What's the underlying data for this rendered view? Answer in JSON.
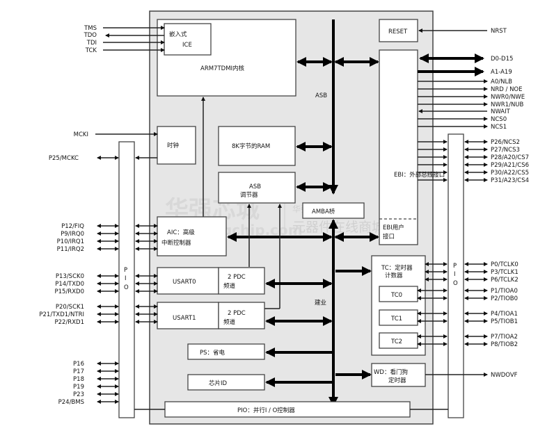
{
  "diagram": {
    "title": "ARM7TDMI block diagram",
    "blocks": {
      "ice": {
        "line1": "嵌入式",
        "line2": "ICE"
      },
      "core": "ARM7TDMI内核",
      "reset": "RESET",
      "clock": "时钟",
      "ram": "8K字节的RAM",
      "asb_arbiter": {
        "line1": "ASB",
        "line2": "调节器"
      },
      "amba_bridge": "AMBA桥",
      "aic": {
        "line1": "AIC：高级",
        "line2": "中断控制器"
      },
      "usart0": "USART0",
      "usart1": "USART1",
      "pdc0": {
        "line1": "2 PDC",
        "line2": "频道"
      },
      "pdc1": {
        "line1": "2 PDC",
        "line2": "频道"
      },
      "ps": "PS：省电",
      "chip_id": "芯片ID",
      "pio_ctrl": "PIO：并行I / O控制器",
      "ebi": "EBI：外部总线接口",
      "ebi_user": {
        "line1": "EBI用户",
        "line2": "接口"
      },
      "tc": {
        "line1": "TC：定时器",
        "line2": "计数器"
      },
      "tc0": "TC0",
      "tc1": "TC1",
      "tc2": "TC2",
      "wd": {
        "line1": "WD：看门狗",
        "line2": "定时器"
      },
      "pio_left": [
        "P",
        "I",
        "O"
      ],
      "pio_right": [
        "P",
        "I",
        "O"
      ]
    },
    "bus_labels": {
      "asb": "ASB",
      "apb": "建业"
    },
    "left_signals": {
      "jtag": [
        "TMS",
        "TDO",
        "TDI",
        "TCK"
      ],
      "mcki": "MCKI",
      "mckc": "P25/MCKC",
      "interrupts": [
        "P12/FIQ",
        "P9/IRQ0",
        "P10/IRQ1",
        "P11/IRQ2"
      ],
      "usart0": [
        "P13/SCK0",
        "P14/TXD0",
        "P15/RXD0"
      ],
      "usart1": [
        "P20/SCK1",
        "P21/TXD1/NTRI",
        "P22/RXD1"
      ],
      "gpio": [
        "P16",
        "P17",
        "P18",
        "P19",
        "P23",
        "P24/BMS"
      ]
    },
    "right_signals": {
      "nrst": "NRST",
      "ebi": [
        "D0-D15",
        "A1-A19",
        "A0/NLB",
        "NRD / NOE",
        "NWR0/NWE",
        "NWR1/NUB",
        "NWAIT",
        "NCS0",
        "NCS1"
      ],
      "ebi_pio": [
        "P26/NCS2",
        "P27/NCS3",
        "P28/A20/CS7",
        "P29/A21/CS6",
        "P30/A22/CS5",
        "P31/A23/CS4"
      ],
      "tc_clk": [
        "P0/TCLK0",
        "P3/TCLK1",
        "P6/TCLK2"
      ],
      "tc0": [
        "P1/TIOA0",
        "P2/TIOB0"
      ],
      "tc1": [
        "P4/TIOA1",
        "P5/TIOB1"
      ],
      "tc2": [
        "P7/TIOA2",
        "P8/TIOB2"
      ],
      "nwdovf": "NWDOVF"
    },
    "watermark": {
      "main": "华强芯城",
      "url": "www.hqchip.com",
      "tag1": "华强集团旗下",
      "tag2": "元器件在线商城"
    }
  }
}
